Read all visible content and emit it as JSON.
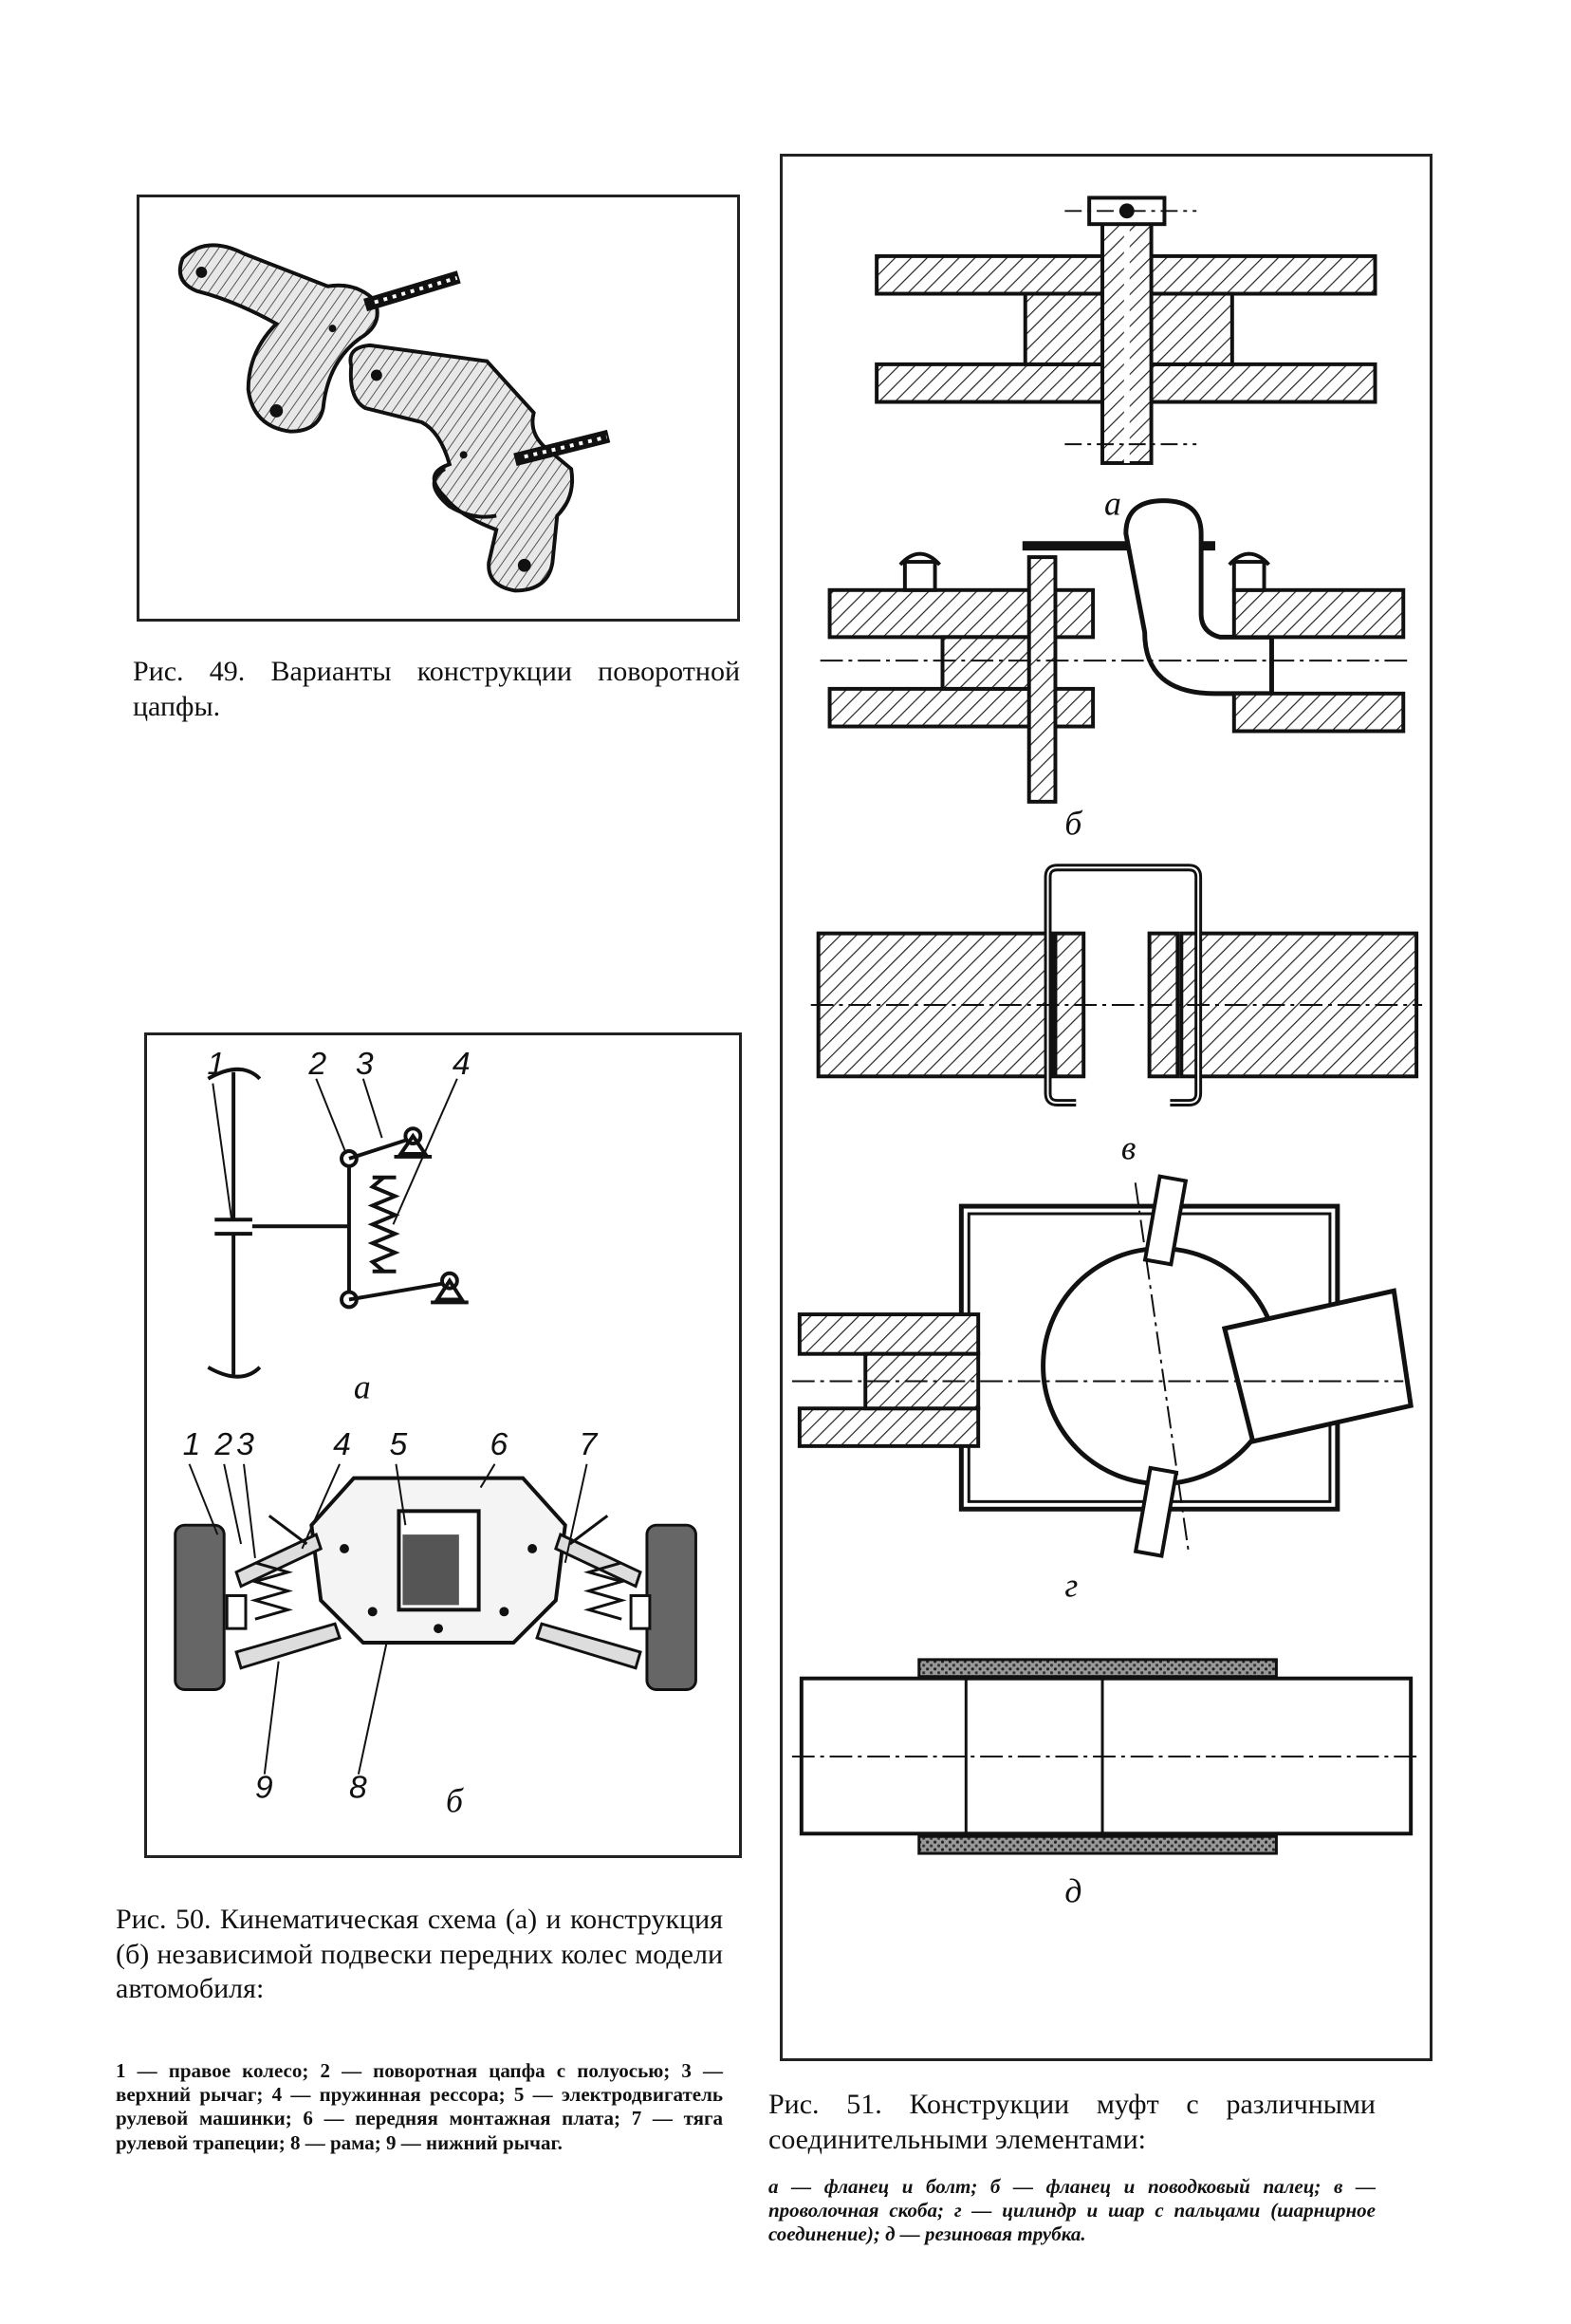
{
  "fig49": {
    "caption": "Рис. 49. Варианты конструкции поворотной цапфы."
  },
  "fig50": {
    "sub_a": "а",
    "sub_b": "б",
    "schema_labels": [
      "1",
      "2",
      "3",
      "4"
    ],
    "photo_labels": [
      "1",
      "2",
      "3",
      "4",
      "5",
      "6",
      "7",
      "9",
      "8"
    ],
    "caption": "Рис. 50. Кинематическая схема (а) и конструкция (б) независимой подвески передних колес модели автомобиля:",
    "legend": "1 — правое колесо; 2 — поворотная цапфа с полуосью; 3 — верхний рычаг; 4 — пружинная рессора; 5 — электродвигатель рулевой машинки; 6 — передняя монтажная плата; 7 — тяга рулевой трапеции; 8 — рама; 9 — нижний рычаг."
  },
  "fig51": {
    "sub_a": "а",
    "sub_b": "б",
    "sub_v": "в",
    "sub_g": "г",
    "sub_d": "д",
    "caption": "Рис. 51. Конструкции муфт с различными соединительными элементами:",
    "legend": "а — фланец и болт; б — фланец и поводковый палец; в — проволочная скоба; г — цилиндр и шар с пальцами (шарнирное соединение); д — резиновая трубка."
  }
}
